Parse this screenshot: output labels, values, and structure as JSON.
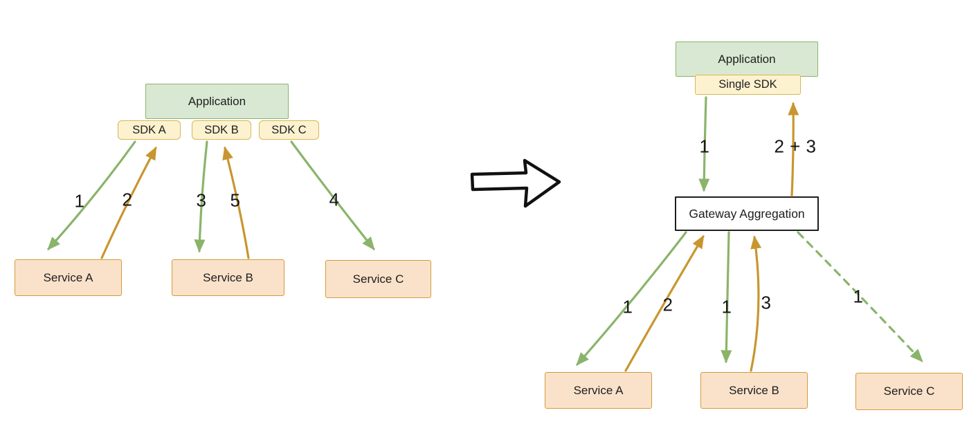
{
  "colors": {
    "green_fill": "#d9e8d2",
    "green_border": "#8ab46a",
    "yellow_fill": "#fdf2cf",
    "yellow_border": "#d6b656",
    "peach_fill": "#fae2ca",
    "peach_border": "#d49a3a",
    "arrow_green": "#8ab46a",
    "arrow_orange": "#c8962f",
    "gateway_border": "#1e1e1e"
  },
  "left_diagram": {
    "application_label": "Application",
    "sdks": [
      {
        "label": "SDK A"
      },
      {
        "label": "SDK B"
      },
      {
        "label": "SDK C"
      }
    ],
    "services": [
      {
        "label": "Service A"
      },
      {
        "label": "Service B"
      },
      {
        "label": "Service C"
      }
    ],
    "edges": [
      {
        "label": "1",
        "from": "SDK A",
        "to": "Service A",
        "color": "green",
        "style": "solid"
      },
      {
        "label": "2",
        "from": "Service A",
        "to": "SDK A",
        "color": "orange",
        "style": "solid"
      },
      {
        "label": "3",
        "from": "SDK B",
        "to": "Service B",
        "color": "green",
        "style": "solid"
      },
      {
        "label": "5",
        "from": "Service B",
        "to": "SDK B",
        "color": "orange",
        "style": "solid"
      },
      {
        "label": "4",
        "from": "SDK C",
        "to": "Service C",
        "color": "green",
        "style": "solid"
      }
    ]
  },
  "right_diagram": {
    "application_label": "Application",
    "single_sdk_label": "Single SDK",
    "gateway_label": "Gateway Aggregation",
    "services": [
      {
        "label": "Service A"
      },
      {
        "label": "Service B"
      },
      {
        "label": "Service C"
      }
    ],
    "edges": [
      {
        "label": "1",
        "from": "Single SDK",
        "to": "Gateway Aggregation",
        "color": "green",
        "style": "solid"
      },
      {
        "label": "2 + 3",
        "from": "Gateway Aggregation",
        "to": "Single SDK",
        "color": "orange",
        "style": "solid"
      },
      {
        "label": "1",
        "from": "Gateway Aggregation",
        "to": "Service A",
        "color": "green",
        "style": "solid"
      },
      {
        "label": "2",
        "from": "Service A",
        "to": "Gateway Aggregation",
        "color": "orange",
        "style": "solid"
      },
      {
        "label": "1",
        "from": "Gateway Aggregation",
        "to": "Service B",
        "color": "green",
        "style": "solid"
      },
      {
        "label": "3",
        "from": "Service B",
        "to": "Gateway Aggregation",
        "color": "orange",
        "style": "solid"
      },
      {
        "label": "1",
        "from": "Gateway Aggregation",
        "to": "Service C",
        "color": "green",
        "style": "dashed"
      }
    ]
  }
}
